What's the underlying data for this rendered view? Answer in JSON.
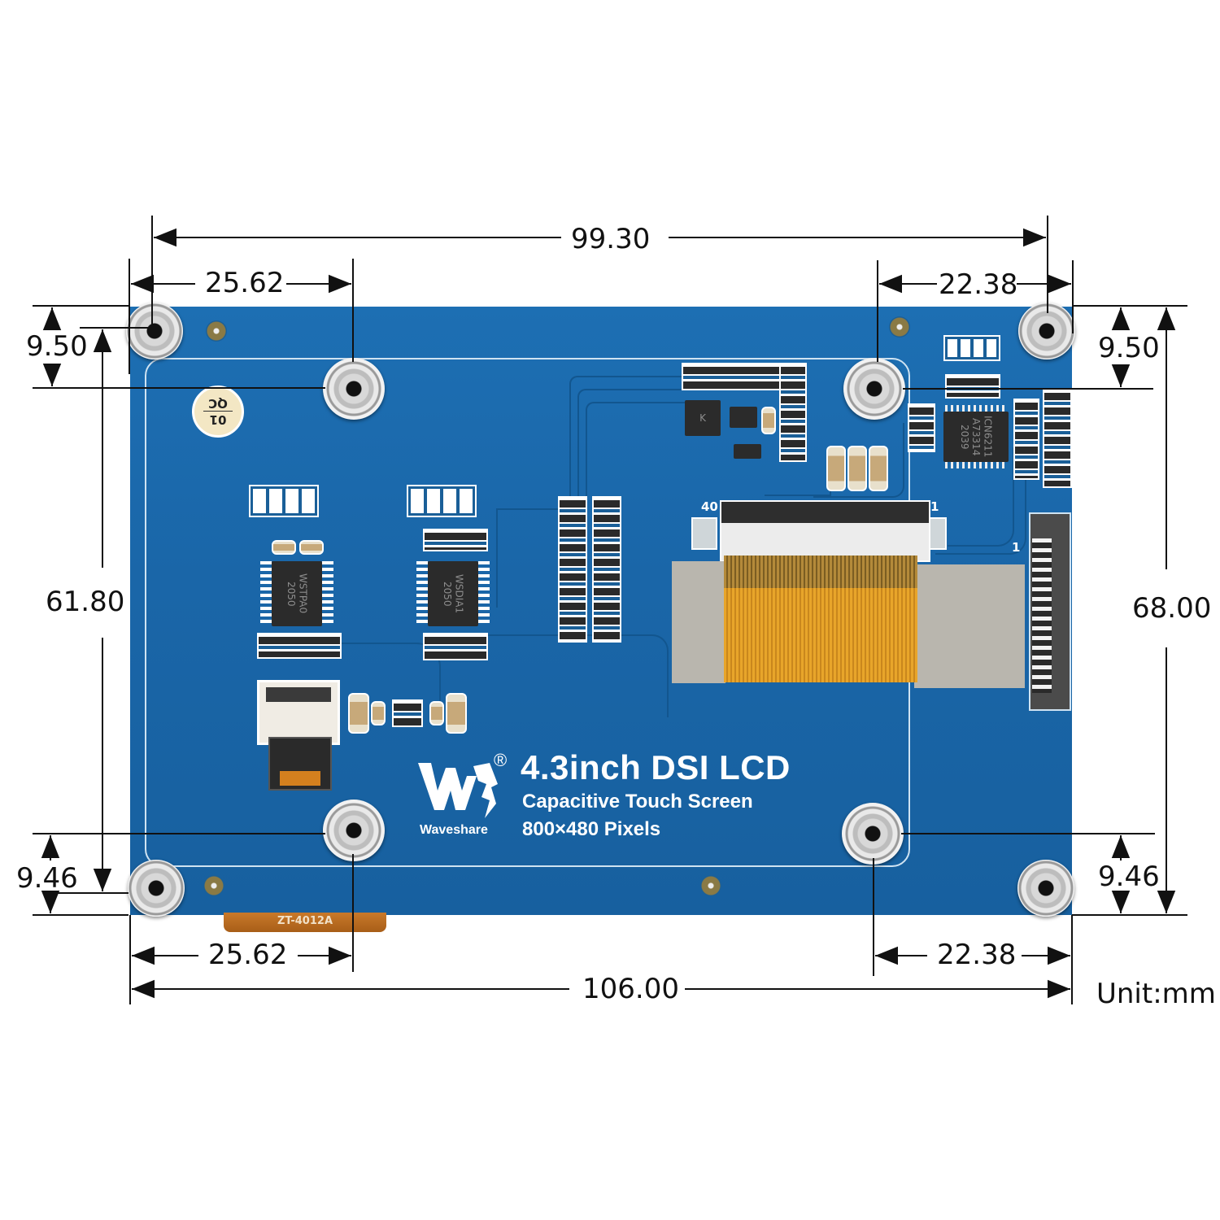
{
  "product": {
    "brand": "Waveshare",
    "registered_mark": "®",
    "title": "4.3inch DSI LCD",
    "subtitle": "Capacitive Touch Screen",
    "resolution": "800×480 Pixels"
  },
  "board_markings": {
    "qc_sticker_top": "01",
    "qc_sticker_bottom": "QC",
    "chip_left": [
      "WSTPA0",
      "2050"
    ],
    "chip_middle": [
      "WSDIA1",
      "2050"
    ],
    "chip_right": [
      "ICN6211",
      "A73314",
      "2039"
    ],
    "fpc_pin_left": "40",
    "fpc_pin_right": "1",
    "side_fpc_pin": "1",
    "bottom_flex_label": "ZT-4012A",
    "inductor_mark": "K"
  },
  "dimensions": {
    "unit_label": "Unit:mm",
    "top_hole_span": "99.30",
    "top_left_offset": "25.62",
    "top_right_offset": "22.38",
    "left_top_offset": "9.50",
    "right_top_offset": "9.50",
    "left_inner_height": "61.80",
    "right_total_height": "68.00",
    "left_bottom_offset": "9.46",
    "right_bottom_offset": "9.46",
    "bottom_left_offset": "25.62",
    "bottom_right_offset": "22.38",
    "total_width": "106.00"
  },
  "colors": {
    "pcb_blue": "#1a66a8",
    "silkscreen": "#ffffff",
    "flex_orange": "#e8a52a",
    "dimension_line": "#111111"
  }
}
